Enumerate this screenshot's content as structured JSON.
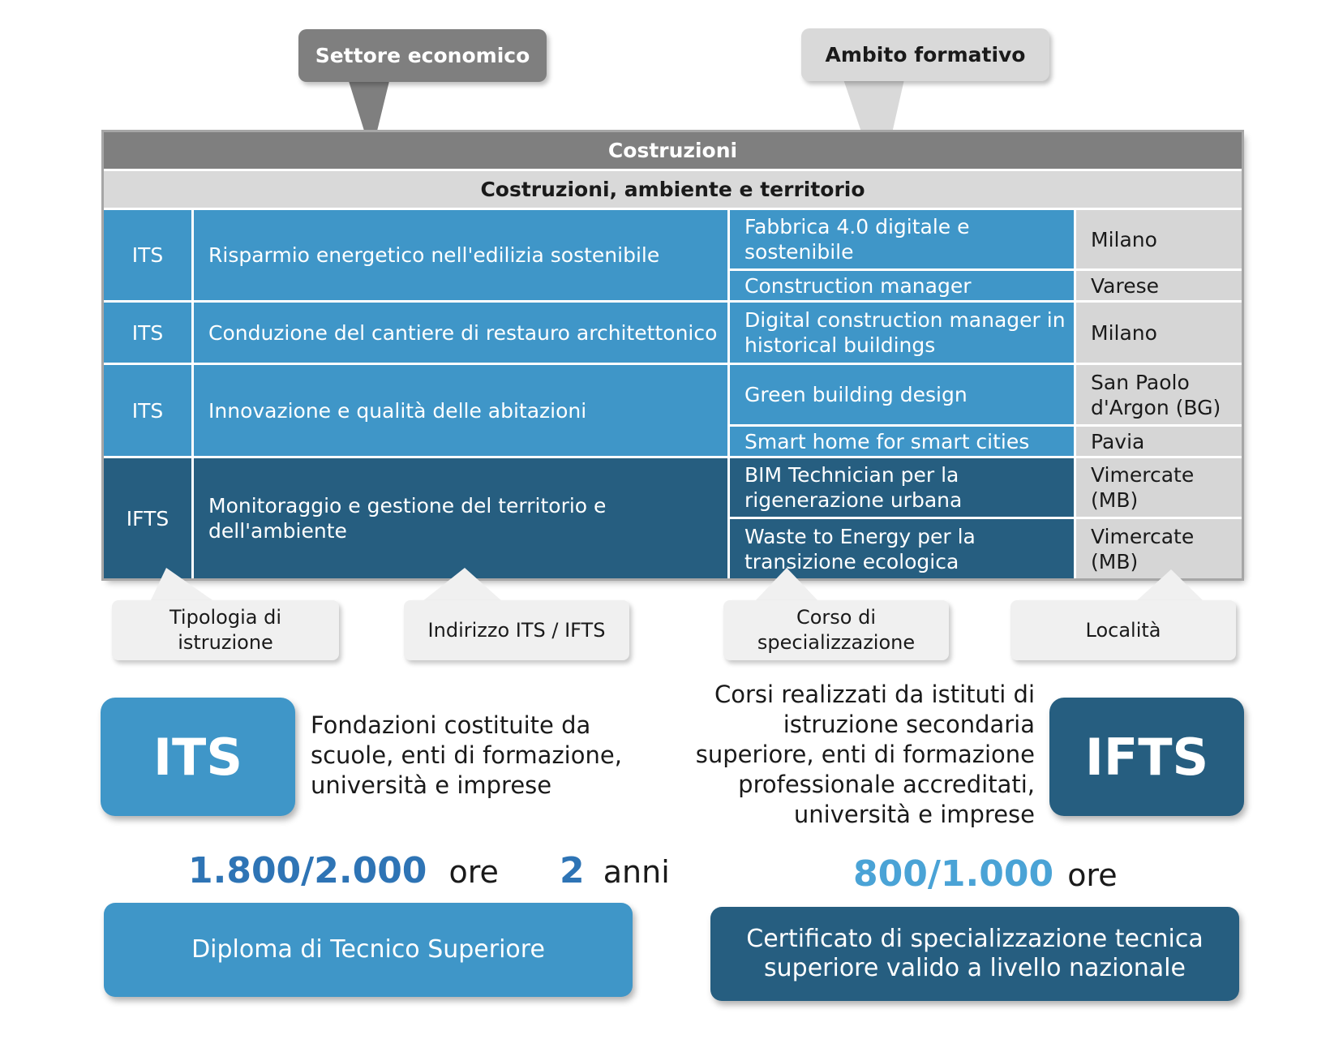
{
  "callouts": {
    "settore": "Settore economico",
    "ambito": "Ambito formativo"
  },
  "table": {
    "header1": "Costruzioni",
    "header2": "Costruzioni, ambiente e territorio",
    "rows": [
      {
        "type": "ITS",
        "indirizzo": "Risparmio energetico nell'edilizia sostenibile",
        "corsi": [
          {
            "name": "Fabbrica 4.0 digitale e sostenibile",
            "loc": "Milano"
          },
          {
            "name": "Construction manager",
            "loc": "Varese"
          }
        ]
      },
      {
        "type": "ITS",
        "indirizzo": "Conduzione del cantiere di restauro architettonico",
        "corsi": [
          {
            "name": "Digital construction manager in historical buildings",
            "loc": "Milano"
          }
        ]
      },
      {
        "type": "ITS",
        "indirizzo": "Innovazione e qualità delle abitazioni",
        "corsi": [
          {
            "name": "Green building design",
            "loc": "San Paolo d'Argon (BG)"
          },
          {
            "name": "Smart home for smart cities",
            "loc": "Pavia"
          }
        ]
      },
      {
        "type": "IFTS",
        "indirizzo": "Monitoraggio e gestione del territorio e dell'ambiente",
        "corsi": [
          {
            "name": "BIM Technician per la rigenerazione urbana",
            "loc": "Vimercate (MB)"
          },
          {
            "name": "Waste to Energy per la transizione ecologica",
            "loc": "Vimercate (MB)"
          }
        ]
      }
    ]
  },
  "labels": {
    "tipologia": "Tipologia di istruzione",
    "indirizzo": "Indirizzo ITS / IFTS",
    "corso": "Corso di specializzazione",
    "localita": "Località"
  },
  "its": {
    "badge": "ITS",
    "description": "Fondazioni costituite da scuole, enti di formazione, università e imprese",
    "hours": "1.800/2.000",
    "hours_unit": "ore",
    "years": "2",
    "years_unit": "anni",
    "result": "Diploma di Tecnico Superiore"
  },
  "ifts": {
    "badge": "IFTS",
    "description": "Corsi realizzati da istituti di istruzione secondaria superiore, enti di formazione professionale accreditati, università e imprese",
    "hours": "800/1.000",
    "hours_unit": "ore",
    "result": "Certificato di specializzazione tecnica superiore valido a livello nazionale"
  },
  "colors": {
    "its_blue": "#3f96c8",
    "ifts_dark": "#265e80",
    "header_grey": "#7f7f7f",
    "light_grey": "#d9d9d9"
  }
}
